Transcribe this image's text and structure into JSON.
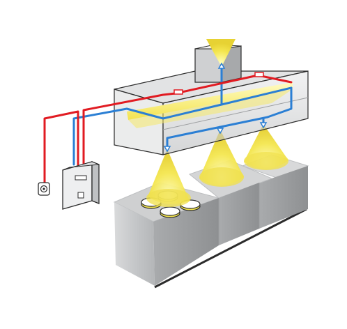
{
  "diagram": {
    "type": "kitchen-hood-fire-suppression-system",
    "background_color": "#ffffff",
    "colors": {
      "electrical_line": "#e11b22",
      "agent_pipe": "#2b7fd4",
      "spray": "#f2e24a",
      "hood_light": "#fff48a",
      "hood_steel": "#cfd1d3",
      "appliance_steel": "#c7c9cb",
      "outline": "#2b2b2b"
    },
    "components": [
      {
        "name": "exhaust-duct",
        "count": 1
      },
      {
        "name": "hood-canopy",
        "count": 1
      },
      {
        "name": "control-panel",
        "count": 1
      },
      {
        "name": "pull-station",
        "count": 1
      },
      {
        "name": "cooking-appliances",
        "count": 3
      },
      {
        "name": "burners",
        "count": 4
      },
      {
        "name": "spray-nozzles",
        "count": 4
      },
      {
        "name": "fusible-link-detectors",
        "count": 2
      }
    ]
  }
}
